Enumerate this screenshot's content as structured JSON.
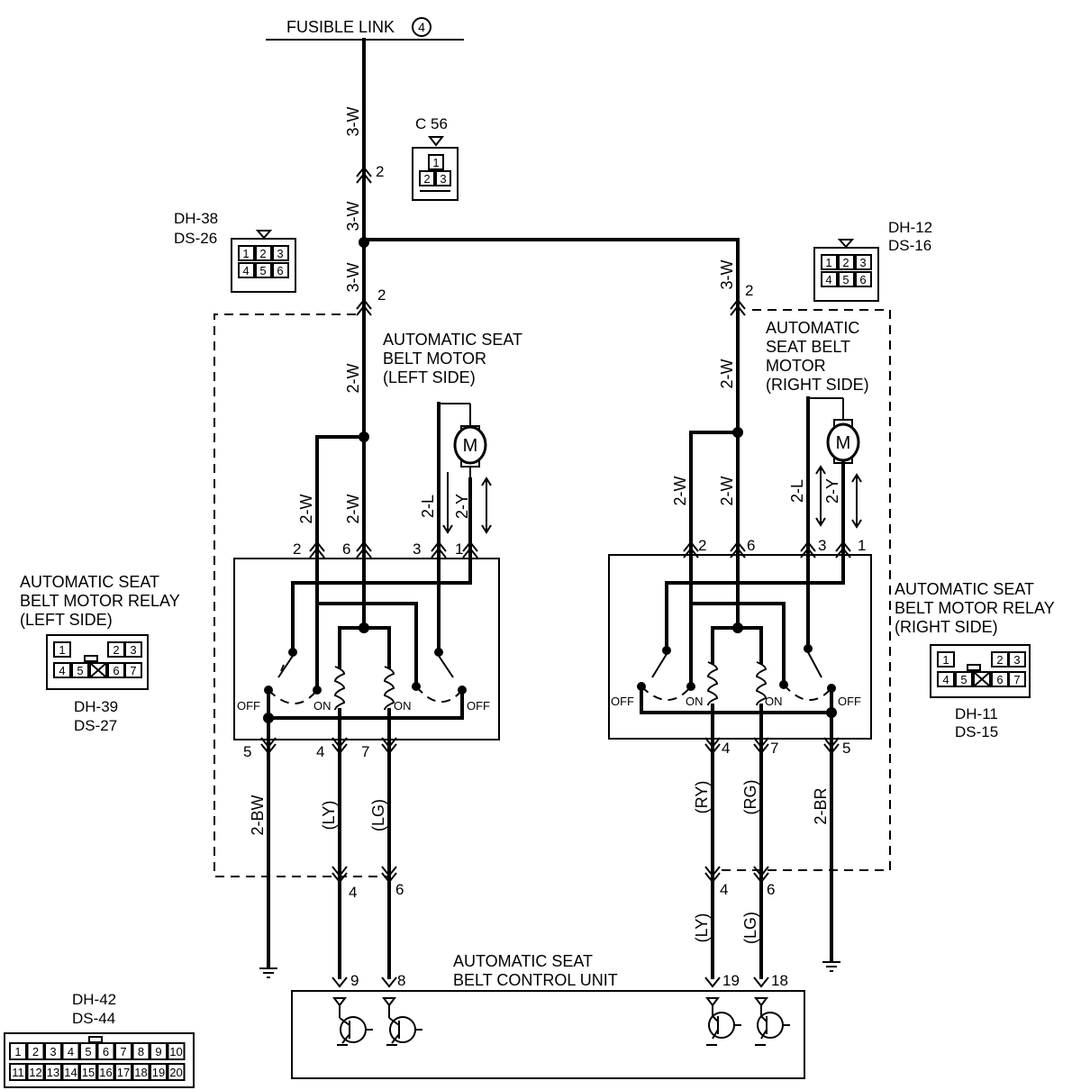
{
  "fusible_link": {
    "label": "FUSIBLE LINK",
    "number": "4"
  },
  "connectors": {
    "c56": {
      "id": "C 56",
      "cells": [
        "1",
        "2",
        "3"
      ]
    },
    "left_motor_conn": {
      "ids": [
        "DH-38",
        "DS-26"
      ],
      "cells": [
        "1",
        "2",
        "3",
        "4",
        "5",
        "6"
      ]
    },
    "right_motor_conn": {
      "ids": [
        "DH-12",
        "DS-16"
      ],
      "cells": [
        "1",
        "2",
        "3",
        "4",
        "5",
        "6"
      ]
    },
    "left_relay_conn": {
      "ids": [
        "DH-39",
        "DS-27"
      ],
      "cells": [
        "1",
        "2",
        "3",
        "4",
        "5",
        "6",
        "7"
      ]
    },
    "right_relay_conn": {
      "ids": [
        "DH-11",
        "DS-15"
      ],
      "cells": [
        "1",
        "2",
        "3",
        "4",
        "5",
        "6",
        "7"
      ]
    },
    "control_unit_conn": {
      "ids": [
        "DH-42",
        "DS-44"
      ],
      "cells": [
        "1",
        "2",
        "3",
        "4",
        "5",
        "6",
        "7",
        "8",
        "9",
        "10",
        "11",
        "12",
        "13",
        "14",
        "15",
        "16",
        "17",
        "18",
        "19",
        "20"
      ]
    }
  },
  "components": {
    "left_motor": {
      "lines": [
        "AUTOMATIC SEAT",
        "BELT MOTOR",
        "(LEFT SIDE)"
      ],
      "symbol": "M"
    },
    "right_motor": {
      "lines": [
        "AUTOMATIC",
        "SEAT BELT",
        "MOTOR",
        "(RIGHT SIDE)"
      ],
      "symbol": "M"
    },
    "left_relay": {
      "lines": [
        "AUTOMATIC SEAT",
        "BELT MOTOR RELAY",
        "(LEFT SIDE)"
      ]
    },
    "right_relay": {
      "lines": [
        "AUTOMATIC SEAT",
        "BELT MOTOR RELAY",
        "(RIGHT SIDE)"
      ]
    },
    "control_unit": {
      "lines": [
        "AUTOMATIC SEAT",
        "BELT CONTROL UNIT"
      ]
    }
  },
  "wires": {
    "main_top": "3-W",
    "main_mid": "3-W",
    "main_left": "3-W",
    "main_right": "3-W",
    "left_motor_feed": "2-W",
    "right_motor_feed": "2-W",
    "left_relay_2": "2-W",
    "left_relay_6": "2-W",
    "left_relay_3": "2-L",
    "left_relay_1": "2-Y",
    "right_relay_2": "2-W",
    "right_relay_6": "2-W",
    "right_relay_3": "2-L",
    "right_relay_1": "2-Y",
    "left_ground": "2-BW",
    "left_ly": "(LY)",
    "left_lg": "(LG)",
    "right_ry": "(RY)",
    "right_rg": "(RG)",
    "right_ground": "2-BR",
    "right_ly": "(LY)",
    "right_lg": "(LG)"
  },
  "pins": {
    "c56_2": "2",
    "left_conn_2": "2",
    "right_conn_2": "2",
    "left_relay_top": [
      "2",
      "6",
      "3",
      "1"
    ],
    "right_relay_top": [
      "2",
      "6",
      "3",
      "1"
    ],
    "left_relay_bottom": [
      "5",
      "4",
      "7"
    ],
    "right_relay_bottom": [
      "4",
      "7",
      "5"
    ],
    "left_mid": [
      "4",
      "6"
    ],
    "right_mid": [
      "4",
      "6"
    ],
    "cu_left": [
      "9",
      "8"
    ],
    "cu_right": [
      "19",
      "18"
    ]
  },
  "switch_labels": {
    "left": [
      "OFF",
      "ON",
      "ON",
      "OFF"
    ],
    "right": [
      "OFF",
      "ON",
      "ON",
      "OFF"
    ]
  }
}
